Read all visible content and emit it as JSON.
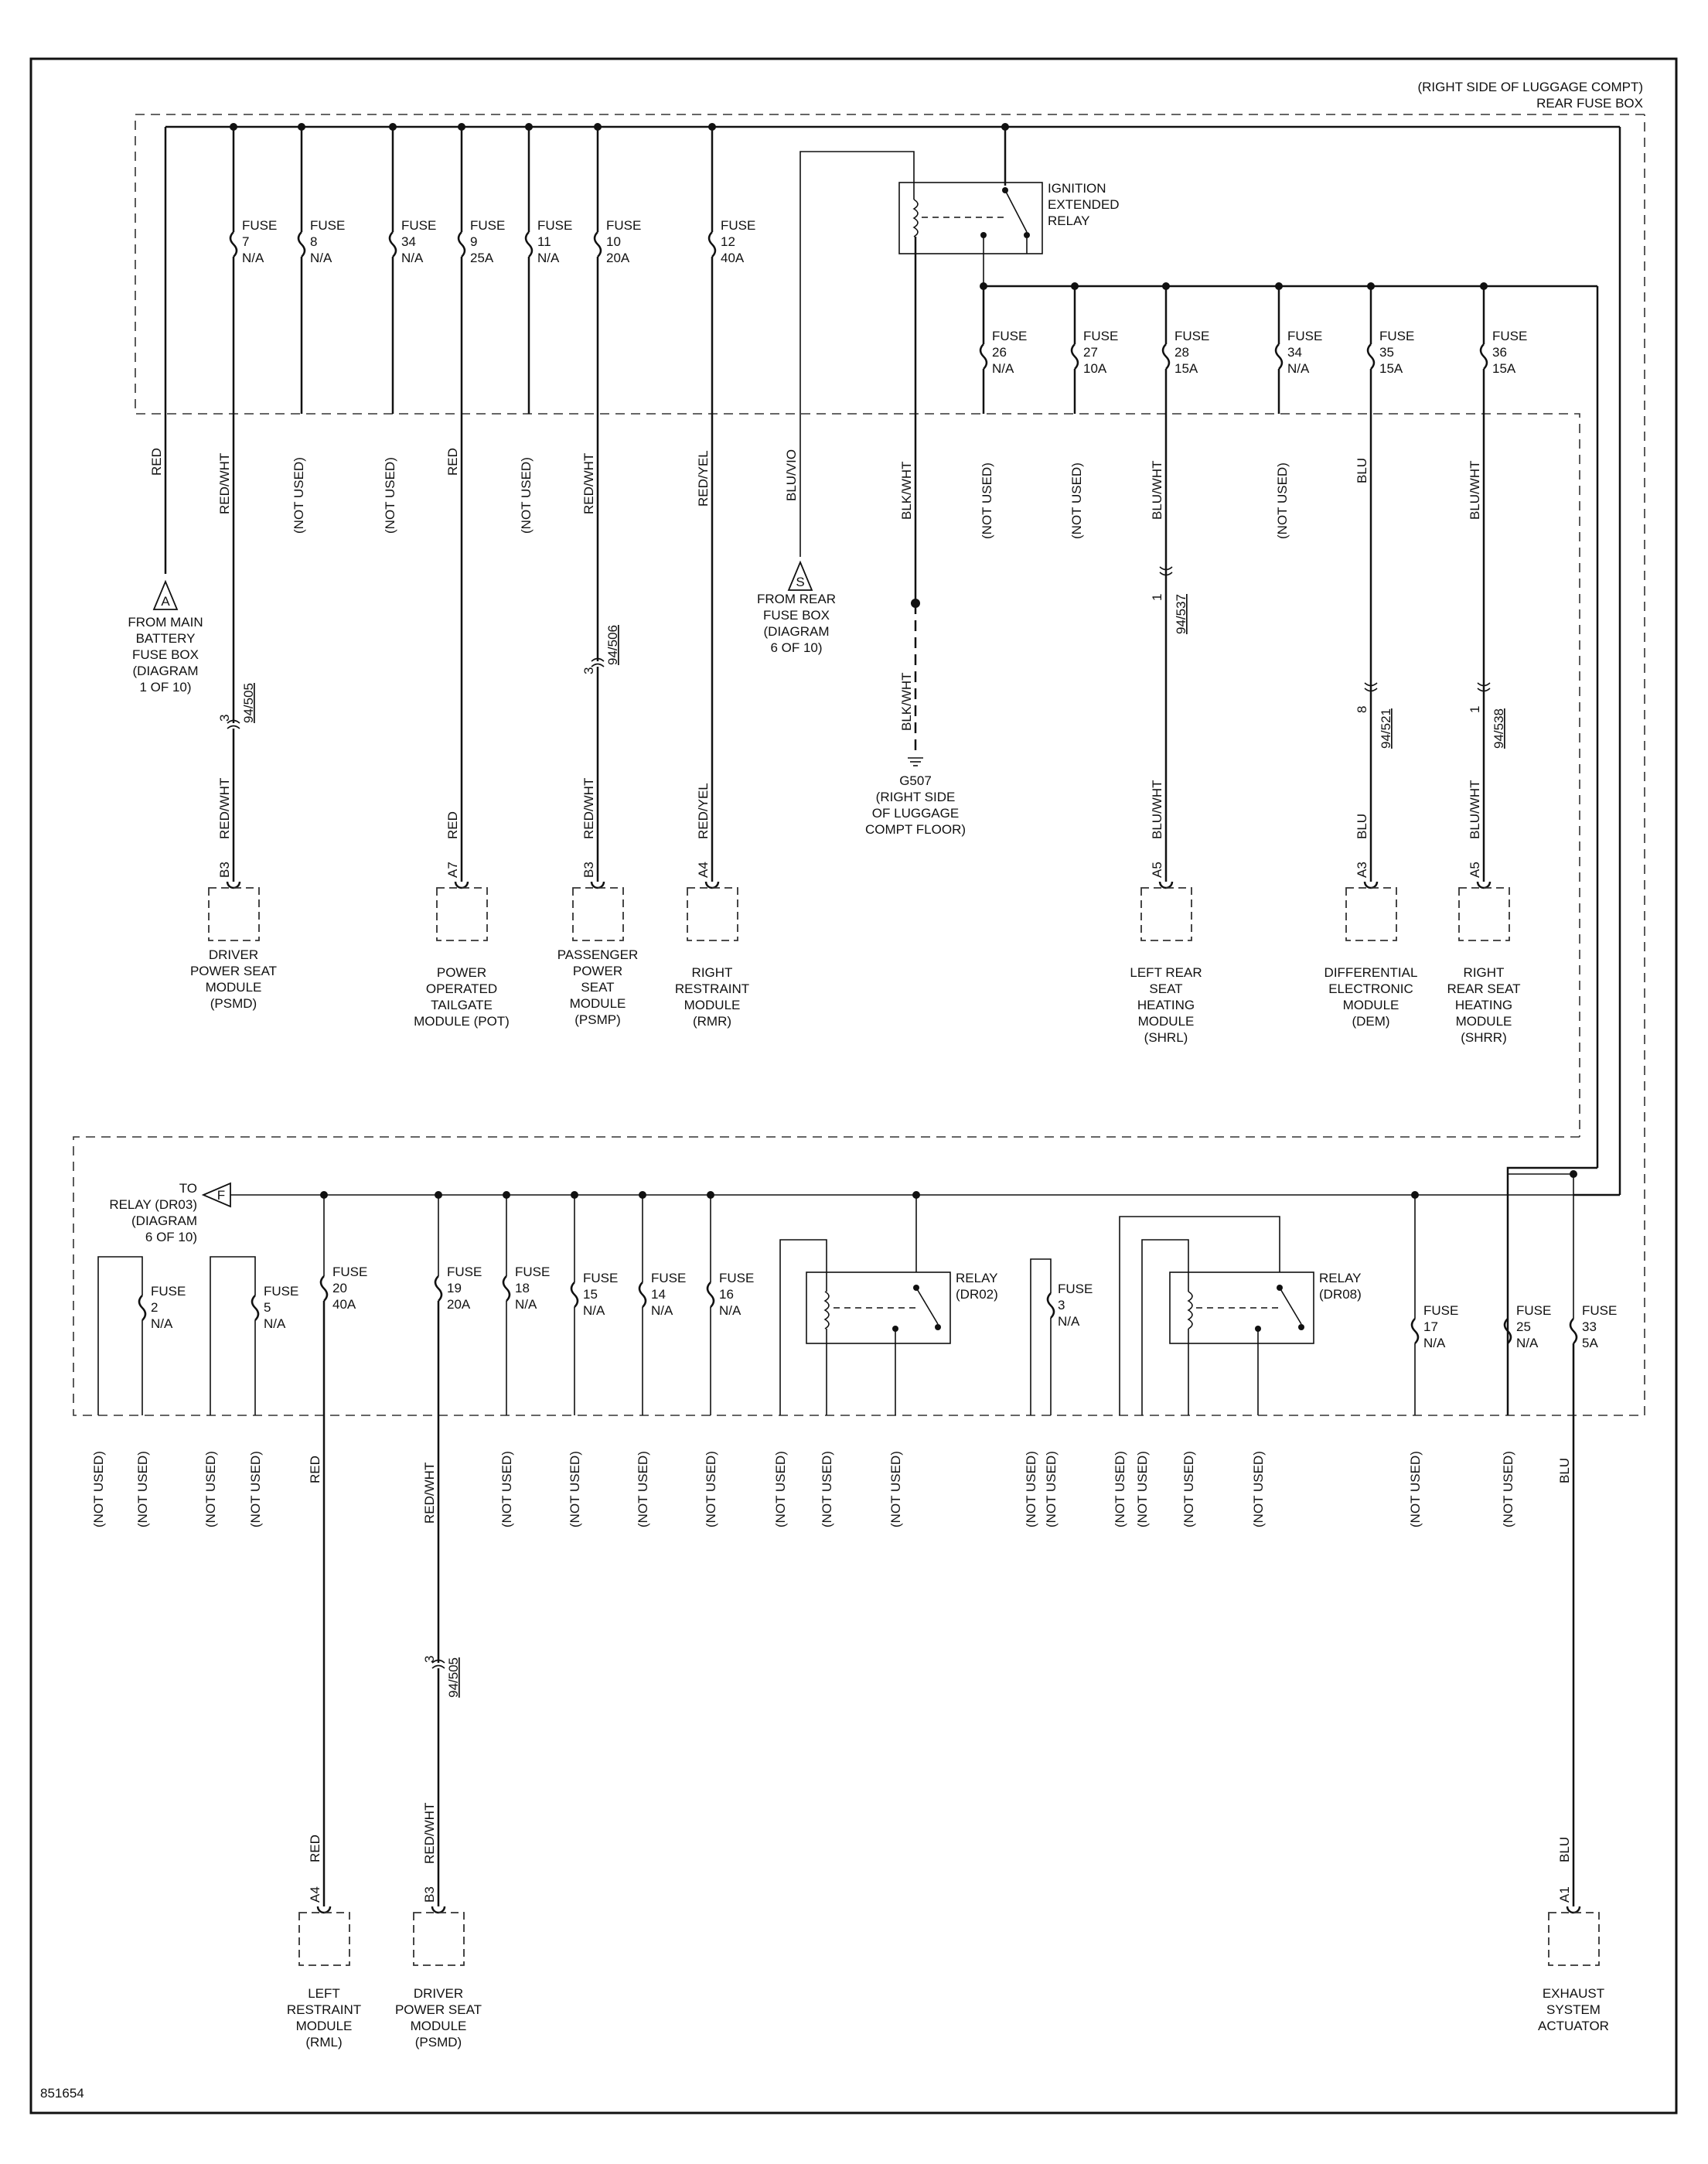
{
  "header": {
    "line1": "(RIGHT SIDE OF LUGGAGE COMPT)",
    "line2": "REAR FUSE BOX"
  },
  "figure_id": "851654",
  "top_fuses": [
    {
      "name": "FUSE",
      "num": "7",
      "rating": "N/A",
      "wire": "RED/WHT"
    },
    {
      "name": "FUSE",
      "num": "8",
      "rating": "N/A",
      "wire": "(NOT USED)"
    },
    {
      "name": "FUSE",
      "num": "34",
      "rating": "N/A",
      "wire": "(NOT USED)"
    },
    {
      "name": "FUSE",
      "num": "9",
      "rating": "25A",
      "wire": "RED"
    },
    {
      "name": "FUSE",
      "num": "11",
      "rating": "N/A",
      "wire": "(NOT USED)"
    },
    {
      "name": "FUSE",
      "num": "10",
      "rating": "20A",
      "wire": "RED/WHT"
    },
    {
      "name": "FUSE",
      "num": "12",
      "rating": "40A",
      "wire": "RED/YEL"
    }
  ],
  "red_wire": "RED",
  "ign_relay": [
    "IGNITION",
    "EXTENDED",
    "RELAY"
  ],
  "right_fuses": [
    {
      "name": "FUSE",
      "num": "26",
      "rating": "N/A",
      "wire": "(NOT USED)"
    },
    {
      "name": "FUSE",
      "num": "27",
      "rating": "10A",
      "wire": "(NOT USED)"
    },
    {
      "name": "FUSE",
      "num": "28",
      "rating": "15A",
      "wire": "BLU/WHT"
    },
    {
      "name": "FUSE",
      "num": "34",
      "rating": "N/A",
      "wire": "(NOT USED)"
    },
    {
      "name": "FUSE",
      "num": "35",
      "rating": "15A",
      "wire": "BLU"
    },
    {
      "name": "FUSE",
      "num": "36",
      "rating": "15A",
      "wire": "BLU/WHT"
    }
  ],
  "blu_vio": "BLU/VIO",
  "blk_wht": "BLK/WHT",
  "conn_a": {
    "letter": "A",
    "lines": [
      "FROM MAIN",
      "BATTERY",
      "FUSE BOX",
      "(DIAGRAM",
      "1 OF 10)"
    ]
  },
  "conn_s": {
    "letter": "S",
    "lines": [
      "FROM REAR",
      "FUSE BOX",
      "(DIAGRAM",
      "6 OF 10)"
    ]
  },
  "ground": [
    "G507",
    "(RIGHT SIDE",
    "OF LUGGAGE",
    "COMPT FLOOR)"
  ],
  "inline_conns": [
    {
      "pin": "3",
      "id": "94/505"
    },
    {
      "pin": "3",
      "id": "94/506"
    },
    {
      "pin": "1",
      "id": "94/537"
    },
    {
      "pin": "8",
      "id": "94/521"
    },
    {
      "pin": "1",
      "id": "94/538"
    },
    {
      "pin": "3",
      "id": "94/505"
    }
  ],
  "modules_top": [
    {
      "pin": "B3",
      "wire": "RED/WHT",
      "lines": [
        "DRIVER",
        "POWER SEAT",
        "MODULE",
        "(PSMD)"
      ]
    },
    {
      "pin": "A7",
      "wire": "RED",
      "lines": [
        "POWER",
        "OPERATED",
        "TAILGATE",
        "MODULE (POT)"
      ]
    },
    {
      "pin": "B3",
      "wire": "RED/WHT",
      "lines": [
        "PASSENGER",
        "POWER",
        "SEAT",
        "MODULE",
        "(PSMP)"
      ]
    },
    {
      "pin": "A4",
      "wire": "RED/YEL",
      "lines": [
        "RIGHT",
        "RESTRAINT",
        "MODULE",
        "(RMR)"
      ]
    },
    {
      "pin": "A5",
      "wire": "BLU/WHT",
      "lines": [
        "LEFT REAR",
        "SEAT",
        "HEATING",
        "MODULE",
        "(SHRL)"
      ]
    },
    {
      "pin": "A3",
      "wire": "BLU",
      "lines": [
        "DIFFERENTIAL",
        "ELECTRONIC",
        "MODULE",
        "(DEM)"
      ]
    },
    {
      "pin": "A5",
      "wire": "BLU/WHT",
      "lines": [
        "RIGHT",
        "REAR SEAT",
        "HEATING",
        "MODULE",
        "(SHRR)"
      ]
    }
  ],
  "conn_f": {
    "letter": "F",
    "lines": [
      "TO",
      "RELAY (DR03)",
      "(DIAGRAM",
      "6 OF 10)"
    ]
  },
  "bottom_fuses": [
    {
      "name": "FUSE",
      "num": "2",
      "rating": "N/A"
    },
    {
      "name": "FUSE",
      "num": "5",
      "rating": "N/A"
    },
    {
      "name": "FUSE",
      "num": "20",
      "rating": "40A"
    },
    {
      "name": "FUSE",
      "num": "19",
      "rating": "20A"
    },
    {
      "name": "FUSE",
      "num": "18",
      "rating": "N/A"
    },
    {
      "name": "FUSE",
      "num": "15",
      "rating": "N/A"
    },
    {
      "name": "FUSE",
      "num": "14",
      "rating": "N/A"
    },
    {
      "name": "FUSE",
      "num": "16",
      "rating": "N/A"
    },
    {
      "name": "FUSE",
      "num": "3",
      "rating": "N/A"
    },
    {
      "name": "FUSE",
      "num": "17",
      "rating": "N/A"
    },
    {
      "name": "FUSE",
      "num": "25",
      "rating": "N/A"
    },
    {
      "name": "FUSE",
      "num": "33",
      "rating": "5A"
    }
  ],
  "relay_dr02": [
    "RELAY",
    "(DR02)"
  ],
  "relay_dr08": [
    "RELAY",
    "(DR08)"
  ],
  "not_used": "(NOT USED)",
  "bottom_wires": {
    "red": "RED",
    "redwht": "RED/WHT",
    "blu": "BLU"
  },
  "modules_bottom": [
    {
      "pin": "A4",
      "wire": "RED",
      "lines": [
        "LEFT",
        "RESTRAINT",
        "MODULE",
        "(RML)"
      ]
    },
    {
      "pin": "B3",
      "wire": "RED/WHT",
      "lines": [
        "DRIVER",
        "POWER SEAT",
        "MODULE",
        "(PSMD)"
      ]
    },
    {
      "pin": "A1",
      "wire": "BLU",
      "lines": [
        "EXHAUST",
        "SYSTEM",
        "ACTUATOR"
      ]
    }
  ]
}
